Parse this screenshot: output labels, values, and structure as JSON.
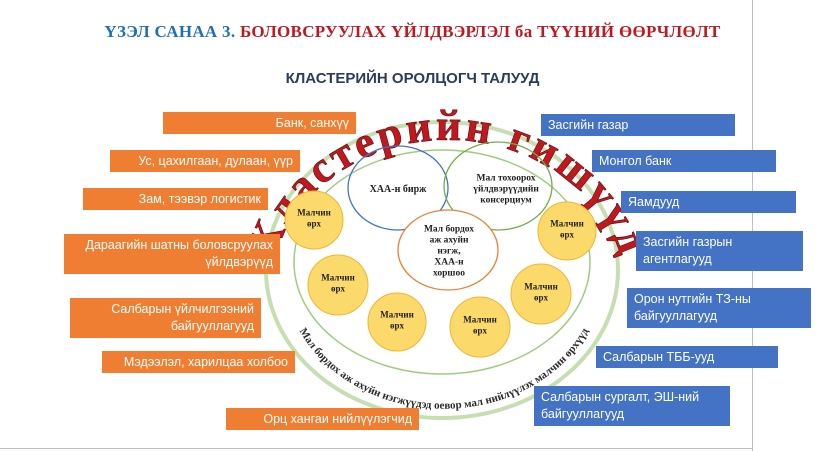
{
  "header": {
    "title_part1": "ҮЗЭЛ САНАА 3.",
    "title_part2": "БОЛОВСРУУЛАХ ҮЙЛДВЭРЛЭЛ ба ТҮҮНИЙ ӨӨРЧЛӨЛТ",
    "subtitle": "КЛАСТЕРИЙН ОРОЛЦОГЧ ТАЛУУД"
  },
  "colors": {
    "title_blue": "#1f6fb5",
    "title_red": "#c0181e",
    "orange_box": "#ef7e32",
    "blue_box": "#4472c4",
    "outer_ring_text": "#c0181e",
    "inner_ring_text": "#2b2b2b",
    "herder_circle": "#fcd96b",
    "herder_circle_edge": "#f2b530",
    "center_circle_edge": "#ef7e32",
    "left_circle_edge": "#4472c4",
    "right_circle_edge": "#70ad47"
  },
  "diagram": {
    "outer_ring_text": "Кластерийн гишүүд",
    "inner_ring_text": "Мал бордох аж ахуйн нэгжүүдэд оевор мал нийлүүлэх малчин өрхүүд",
    "center_circle": "Мал бордох аж ахуйн нэгж, ХАА-н хоршоо",
    "left_circle": "ХАА-н бирж",
    "right_circle": "Мал тохоорох үйлдвэрүүдийн консерциум",
    "herders": [
      "Малчин өрх",
      "Малчин өрх",
      "Малчин өрх",
      "Малчин өрх",
      "Малчин өрх",
      "Малчин өрх"
    ]
  },
  "left_boxes": [
    "Банк, санхүү",
    "Ус, цахилгаан, дулаан, үүр",
    "Зам, тээвэр логистик",
    "Дараагийн шатны боловсруулах үйлдвэрүүд",
    "Салбарын үйлчилгээний байгууллагууд",
    "Мэдээлэл, харилцаа холбоо",
    "Орц хангаи нийлүүлэгчид"
  ],
  "right_boxes": [
    "Засгийн газар",
    "Монгол банк",
    "Яамдууд",
    "Засгийн газрын агентлагууд",
    "Орон нутгийн ТЗ-ны байгууллагууд",
    "Салбарын ТББ-ууд",
    "Салбарын сургалт, ЭШ-ний байгууллагууд"
  ]
}
